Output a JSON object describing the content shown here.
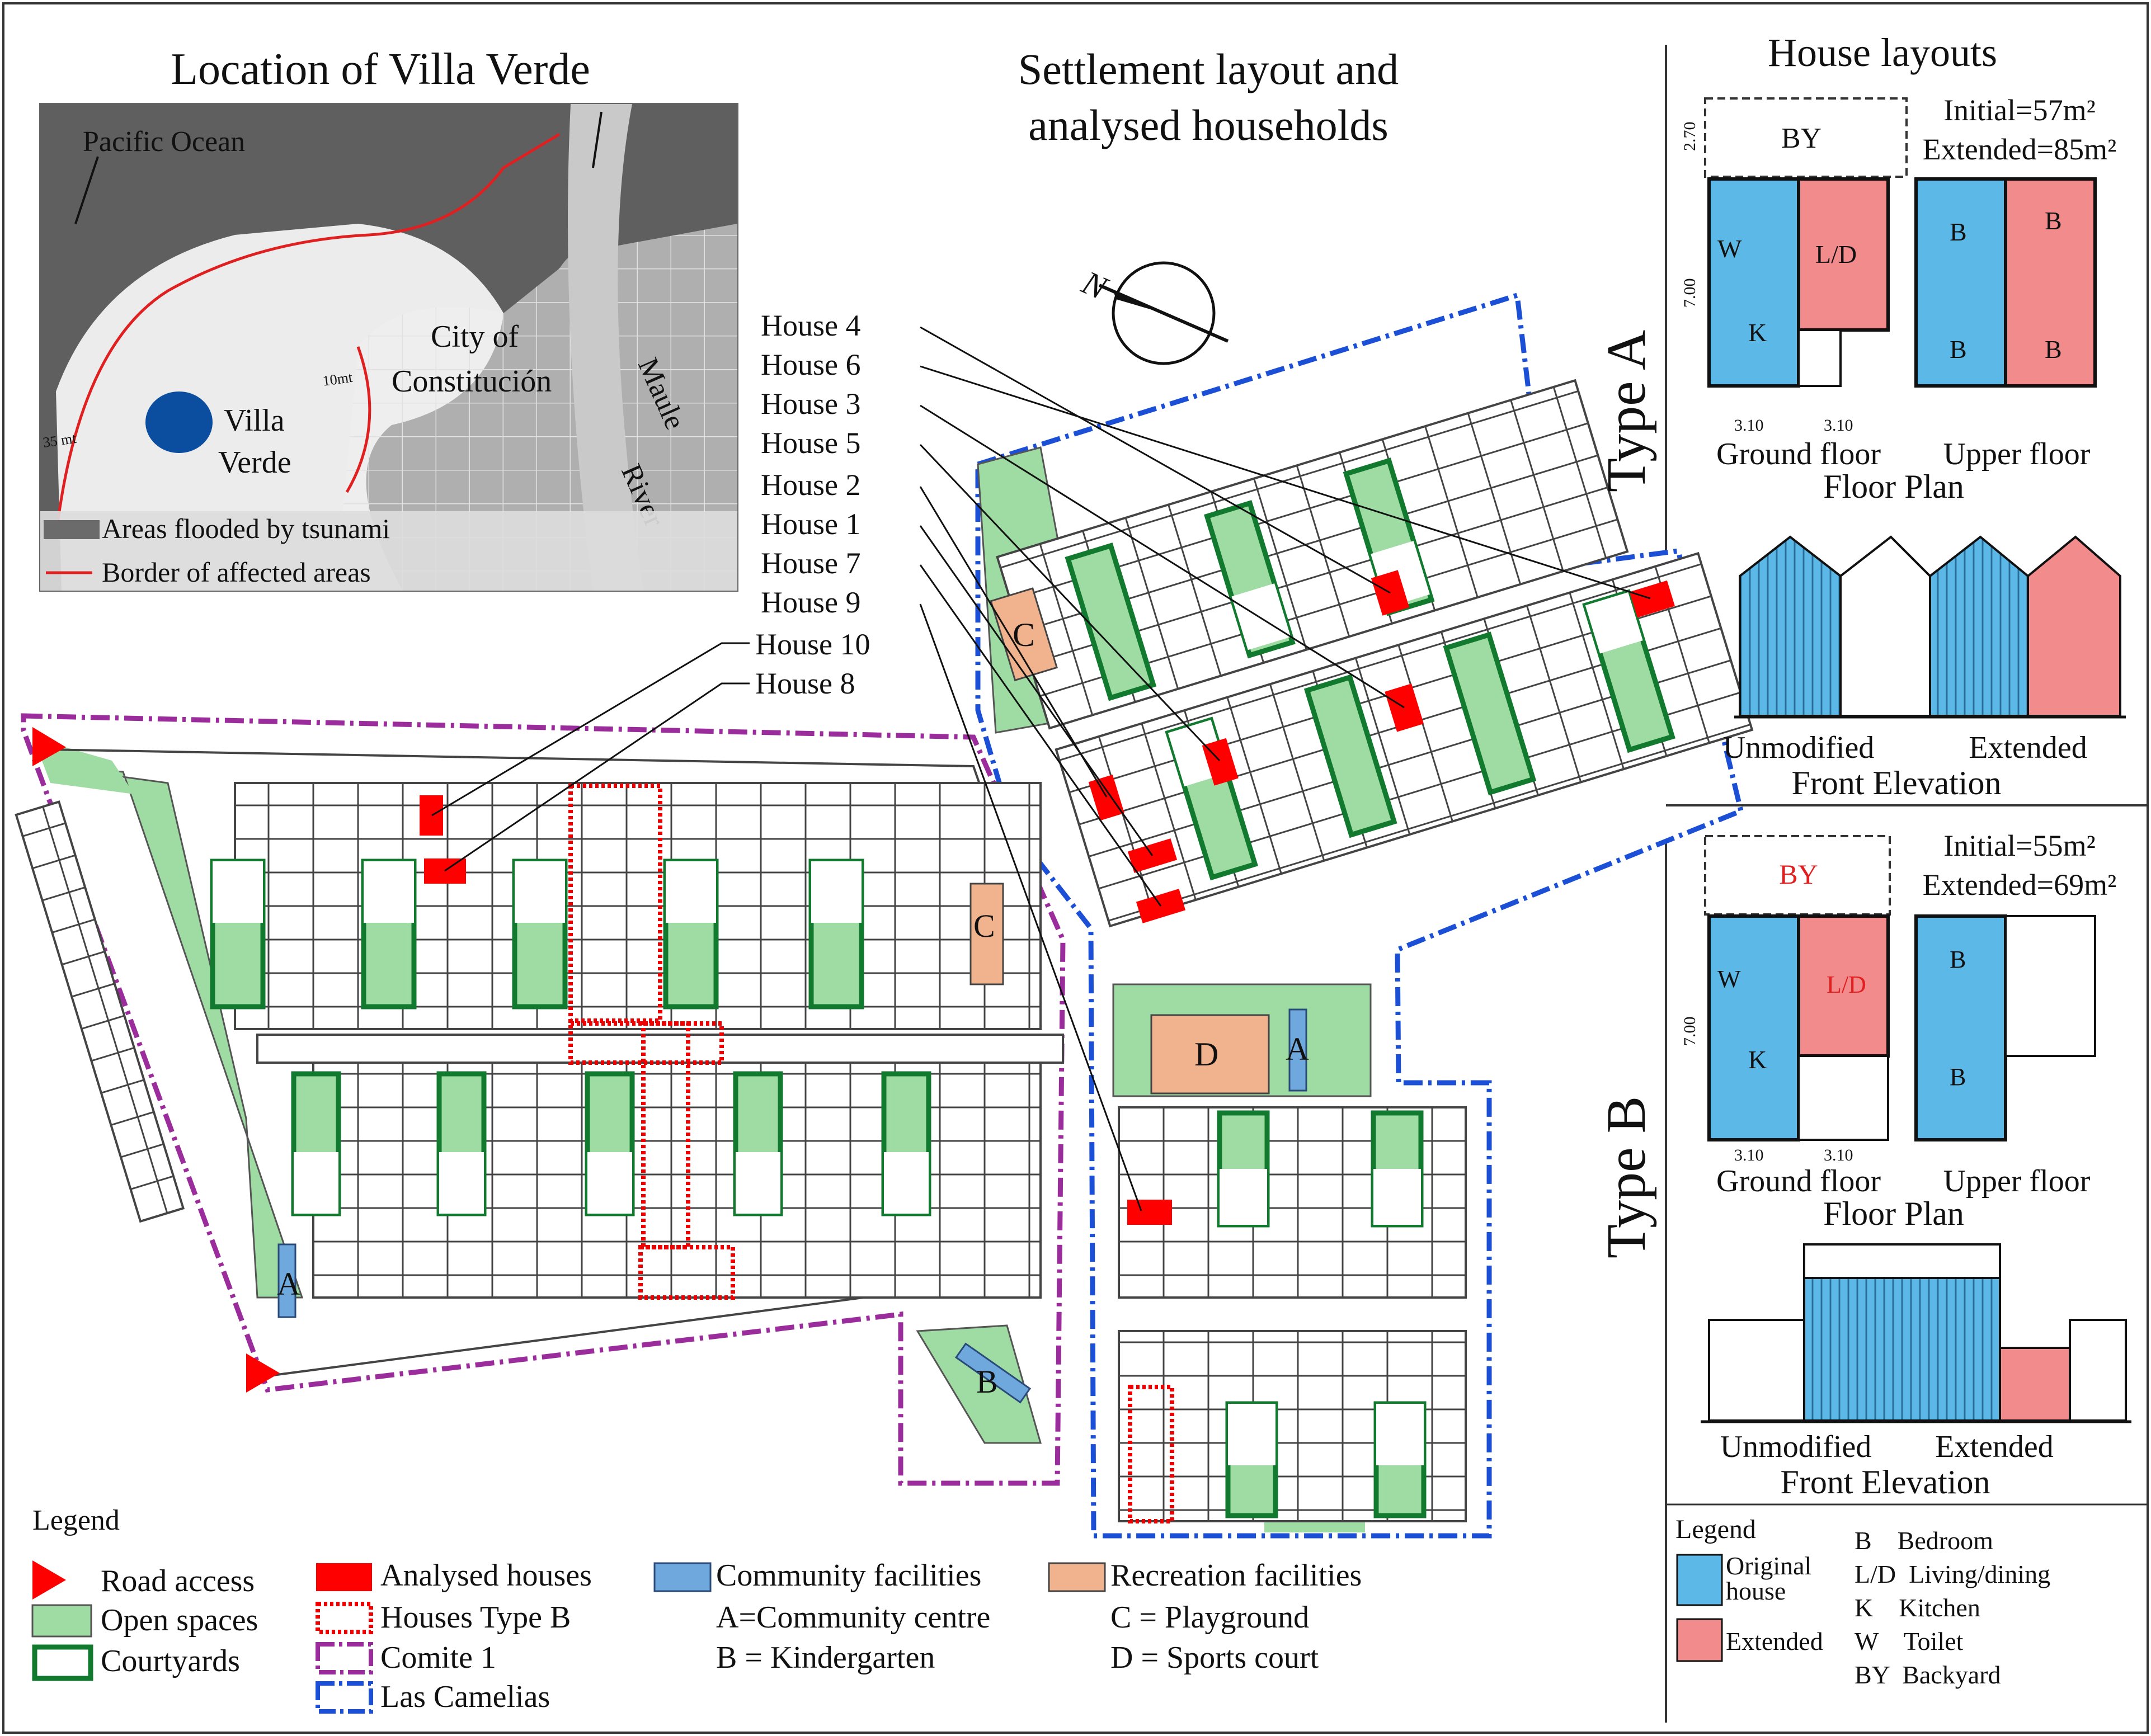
{
  "location_panel": {
    "title": "Location of Villa Verde",
    "labels": [
      "Pacific Ocean",
      "City of",
      "Constitución",
      "Maule",
      "River",
      "Villa",
      "Verde",
      "10mt",
      "35 mt"
    ],
    "legend": [
      "Areas flooded by tsunami",
      "Border of affected areas"
    ]
  },
  "settlement_panel": {
    "title_line1": "Settlement layout and",
    "title_line2": "analysed households",
    "compass": "N",
    "houses": [
      "House 4",
      "House 6",
      "House 3",
      "House 5",
      "House 2",
      "House 1",
      "House 7",
      "House 9",
      "House 10",
      "House 8"
    ],
    "facility_letters": {
      "c1": "C",
      "c2": "C",
      "d": "D",
      "a1": "A",
      "a2": "A",
      "b": "B"
    }
  },
  "house_layouts": {
    "title": "House layouts",
    "type_a": {
      "label": "Type A",
      "initial": "Initial=57m²",
      "extended": "Extended=85m²",
      "by": "BY",
      "dims": [
        "2.70",
        "7.00",
        "3.10",
        "3.10"
      ],
      "rooms": [
        "W",
        "K",
        "L/D",
        "B",
        "B",
        "B",
        "B"
      ],
      "plan_labels": [
        "Ground floor",
        "Upper floor"
      ],
      "plan_title": "Floor Plan",
      "elev_labels": [
        "Unmodified",
        "Extended"
      ],
      "elev_title": "Front Elevation"
    },
    "type_b": {
      "label": "Type B",
      "initial": "Initial=55m²",
      "extended": "Extended=69m²",
      "by": "BY",
      "dims": [
        "7.00",
        "3.10",
        "3.10"
      ],
      "rooms": [
        "W",
        "K",
        "L/D",
        "B",
        "B"
      ],
      "plan_labels": [
        "Ground floor",
        "Upper floor"
      ],
      "plan_title": "Floor Plan",
      "elev_labels": [
        "Unmodified",
        "Extended"
      ],
      "elev_title": "Front Elevation"
    },
    "legend": {
      "title": "Legend",
      "swatches": [
        {
          "label": "Original",
          "label2": "house",
          "color": "#5cb8e6"
        },
        {
          "label": "Extended",
          "color": "#f28b8b"
        }
      ],
      "codes": [
        "B    Bedroom",
        "L/D  Living/dining",
        "K    Kitchen",
        "W    Toilet",
        "BY  Backyard"
      ]
    }
  },
  "main_legend": {
    "title": "Legend",
    "items": [
      {
        "label": "Road access",
        "color": "#ff0000"
      },
      {
        "label": "Open spaces",
        "color": "#9fdca3"
      },
      {
        "label": "Courtyards",
        "color": "#127a2e"
      },
      {
        "label": "Analysed houses",
        "color": "#ff0000"
      },
      {
        "label": "Houses Type B",
        "color": "#ff0000"
      },
      {
        "label": "Comite 1",
        "color": "#9b2c9b"
      },
      {
        "label": "Las Camelias",
        "color": "#1a4fd6"
      },
      {
        "label": "Community facilities",
        "color": "#6fa8dc"
      },
      {
        "label": "A=Community centre"
      },
      {
        "label": "B = Kindergarten"
      },
      {
        "label": "Recreation facilities",
        "color": "#f1b38e"
      },
      {
        "label": "C = Playground"
      },
      {
        "label": "D = Sports court"
      }
    ]
  }
}
